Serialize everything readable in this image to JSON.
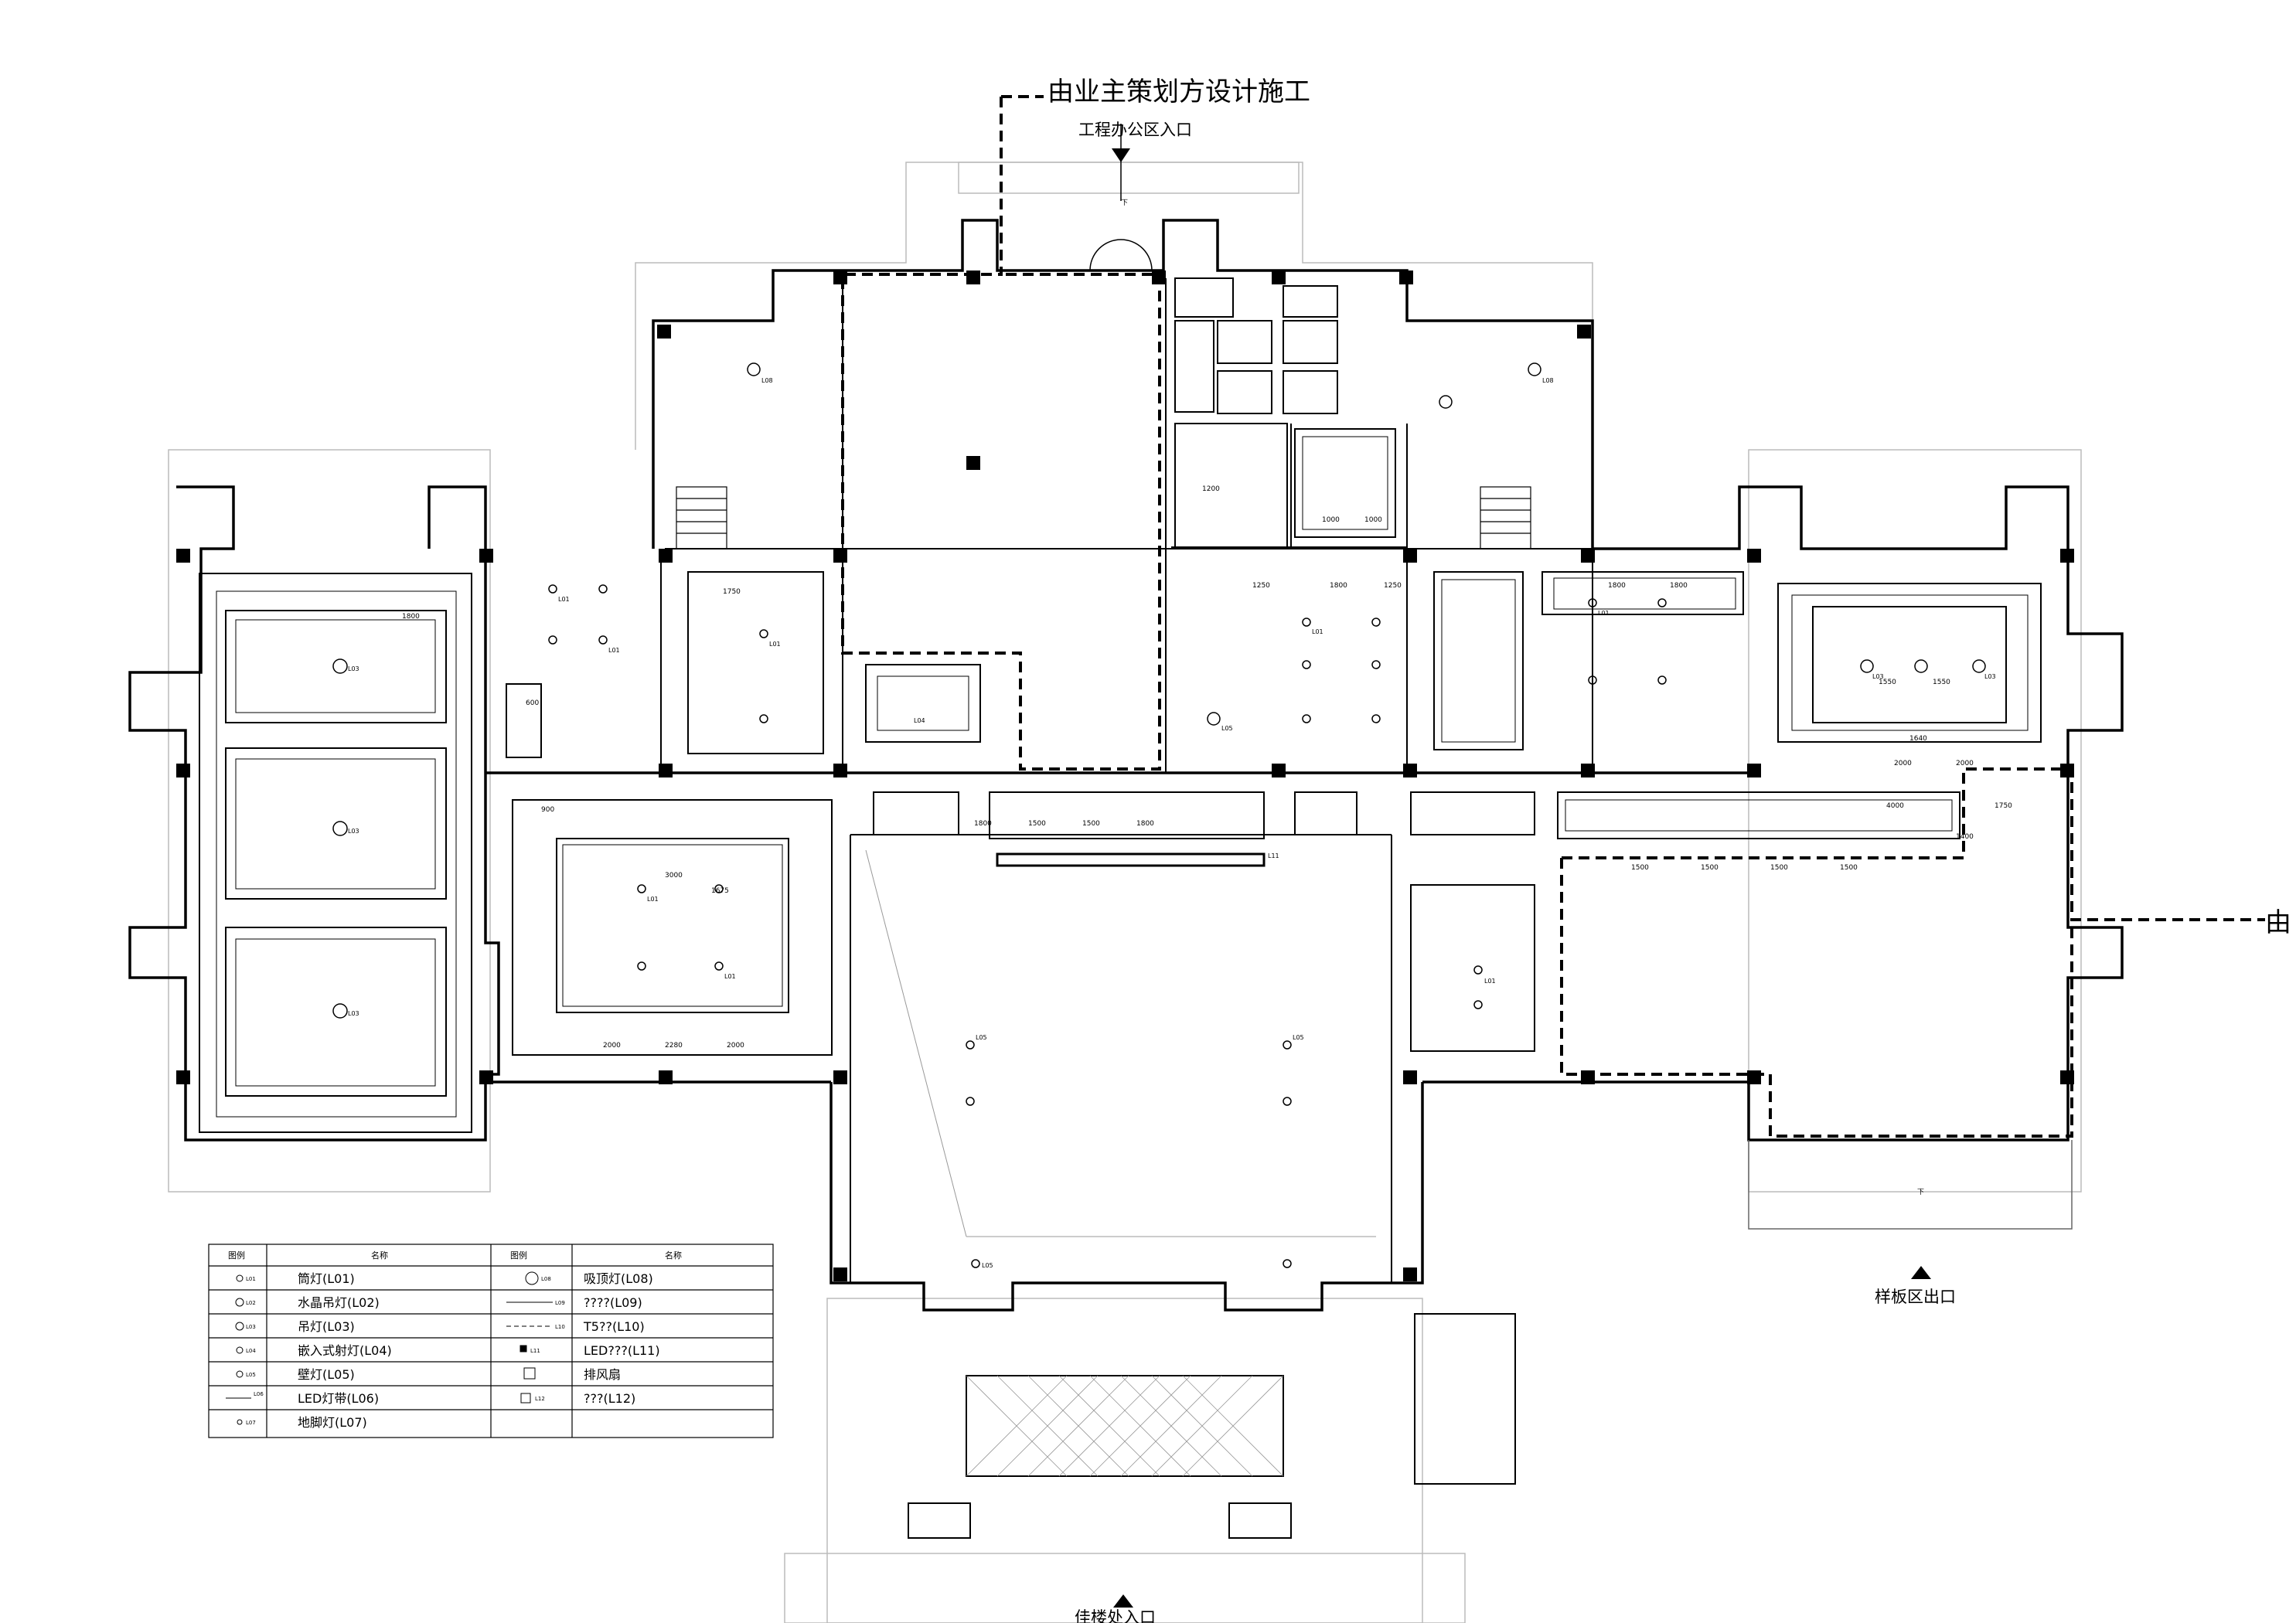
{
  "annotations": {
    "owner_note_top": "由业主策划方设计施工",
    "owner_note_right": "由",
    "office_entrance": "工程办公区入口",
    "sample_exit": "样板区出口",
    "bottom_entrance": "佳楼处入口",
    "stair_down": "下"
  },
  "fixture_tags": {
    "L01": "L01",
    "L02": "L02",
    "L03": "L03",
    "L04": "L04",
    "L05": "L05",
    "L06": "L06",
    "L07": "L07",
    "L08": "L08",
    "L09": "L09",
    "L10": "L10",
    "L11": "L11",
    "L12": "L12"
  },
  "dimensions": {
    "d1800": "1800",
    "d1500": "1500",
    "d1200": "1200",
    "d2000": "2000",
    "d1250": "1250",
    "d1000": "1000",
    "d900": "900",
    "d600": "600",
    "d1750": "1750",
    "d1640": "1640",
    "d1400": "1400",
    "d4000": "4000",
    "d1550": "1550",
    "d1675": "1675",
    "d3000": "3000",
    "d2280": "2280"
  },
  "legend": {
    "header_symbol": "图例",
    "header_name": "名称",
    "rows_left": [
      {
        "tag": "L01",
        "name": "筒灯(L01)"
      },
      {
        "tag": "L02",
        "name": "水晶吊灯(L02)"
      },
      {
        "tag": "L03",
        "name": "吊灯(L03)"
      },
      {
        "tag": "L04",
        "name": "嵌入式射灯(L04)"
      },
      {
        "tag": "L05",
        "name": "壁灯(L05)"
      },
      {
        "tag": "L06",
        "name": "LED灯带(L06)"
      },
      {
        "tag": "L07",
        "name": "地脚灯(L07)"
      }
    ],
    "rows_right": [
      {
        "tag": "L08",
        "name": "吸顶灯(L08)"
      },
      {
        "tag": "L09",
        "name": "????(L09)"
      },
      {
        "tag": "L10",
        "name": "T5??(L10)"
      },
      {
        "tag": "L11",
        "name": "LED???(L11)"
      },
      {
        "tag": "",
        "name": "排风扇"
      },
      {
        "tag": "L12",
        "name": "???(L12)"
      }
    ]
  }
}
